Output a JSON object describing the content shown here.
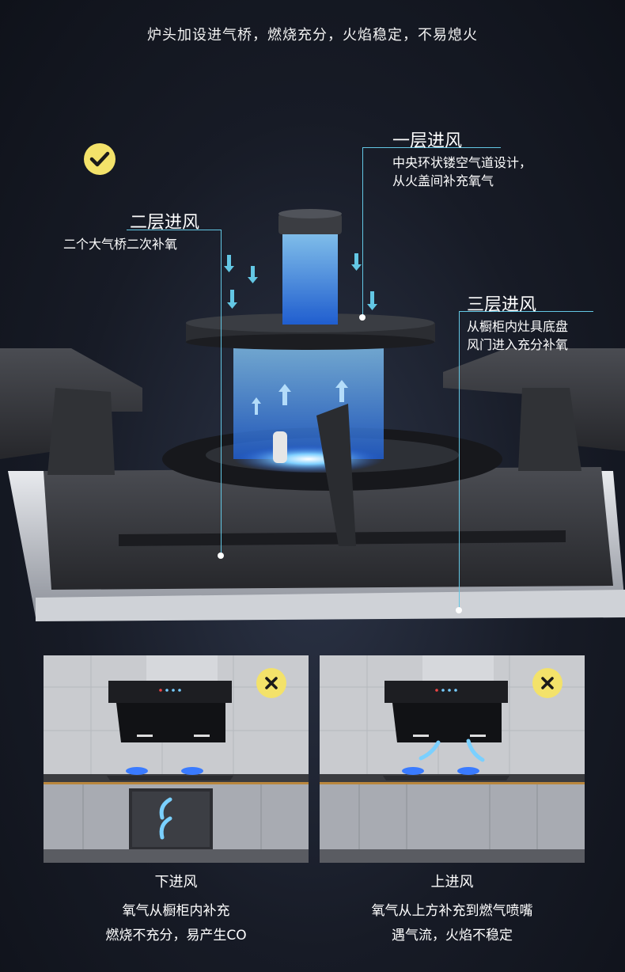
{
  "headline": "炉头加设进气桥，燃烧充分，火焰稳定，不易熄火",
  "icons": {
    "check": "check-icon",
    "cross": "cross-icon"
  },
  "colors": {
    "accent_yellow": "#f3e26a",
    "guide_blue": "#63c7e4",
    "flame_blue": "#3a86ff"
  },
  "callouts": {
    "layer1": {
      "title": "一层进风",
      "lines": [
        "中央环状镂空气道设计，",
        "从火盖间补充氧气"
      ]
    },
    "layer2": {
      "title": "二层进风",
      "lines": [
        "二个大气桥二次补氧"
      ]
    },
    "layer3": {
      "title": "三层进风",
      "lines": [
        "从橱柜内灶具底盘",
        "风门进入充分补氧"
      ]
    }
  },
  "comparisons": [
    {
      "title": "下进风",
      "lines": [
        "氧气从橱柜内补充",
        "燃烧不充分，易产生CO"
      ]
    },
    {
      "title": "上进风",
      "lines": [
        "氧气从上方补充到燃气喷嘴",
        "遇气流，火焰不稳定"
      ]
    }
  ]
}
